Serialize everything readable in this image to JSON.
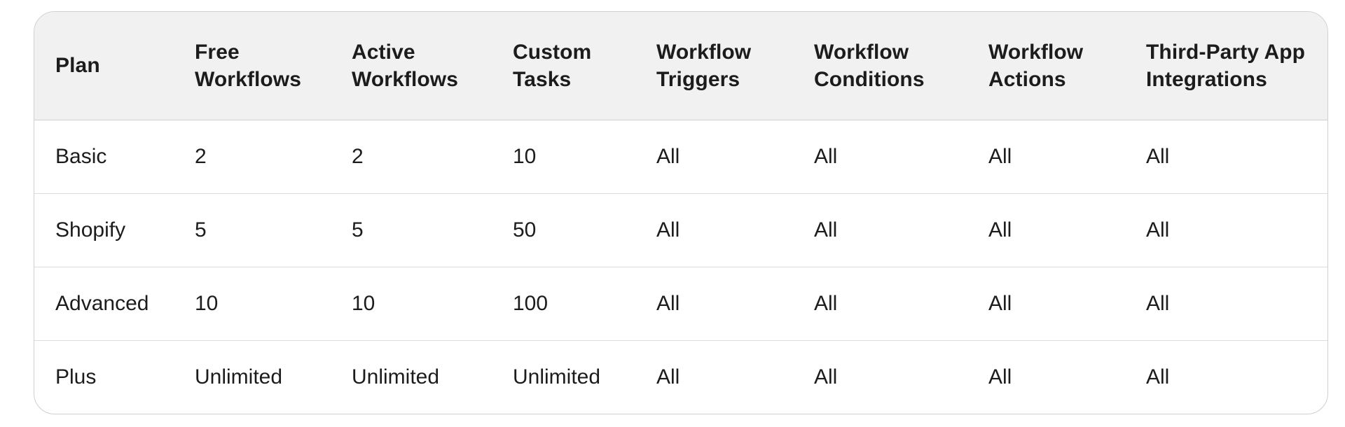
{
  "colors": {
    "page_bg": "#ffffff",
    "card_border": "#cfcfcf",
    "header_bg": "#f1f1f1",
    "row_border": "#dcdcdc",
    "text": "#1c1c1c"
  },
  "table": {
    "columns": [
      "Plan",
      "Free Workflows",
      "Active Workflows",
      "Custom Tasks",
      "Workflow Triggers",
      "Workflow Conditions",
      "Workflow Actions",
      "Third-Party App Integrations"
    ],
    "rows": [
      [
        "Basic",
        "2",
        "2",
        "10",
        "All",
        "All",
        "All",
        "All"
      ],
      [
        "Shopify",
        "5",
        "5",
        "50",
        "All",
        "All",
        "All",
        "All"
      ],
      [
        "Advanced",
        "10",
        "10",
        "100",
        "All",
        "All",
        "All",
        "All"
      ],
      [
        "Plus",
        "Unlimited",
        "Unlimited",
        "Unlimited",
        "All",
        "All",
        "All",
        "All"
      ]
    ]
  },
  "chart_data": {
    "type": "table",
    "columns": [
      "Plan",
      "Free Workflows",
      "Active Workflows",
      "Custom Tasks",
      "Workflow Triggers",
      "Workflow Conditions",
      "Workflow Actions",
      "Third-Party App Integrations"
    ],
    "rows": [
      [
        "Basic",
        "2",
        "2",
        "10",
        "All",
        "All",
        "All",
        "All"
      ],
      [
        "Shopify",
        "5",
        "5",
        "50",
        "All",
        "All",
        "All",
        "All"
      ],
      [
        "Advanced",
        "10",
        "10",
        "100",
        "All",
        "All",
        "All",
        "All"
      ],
      [
        "Plus",
        "Unlimited",
        "Unlimited",
        "Unlimited",
        "All",
        "All",
        "All",
        "All"
      ]
    ]
  }
}
